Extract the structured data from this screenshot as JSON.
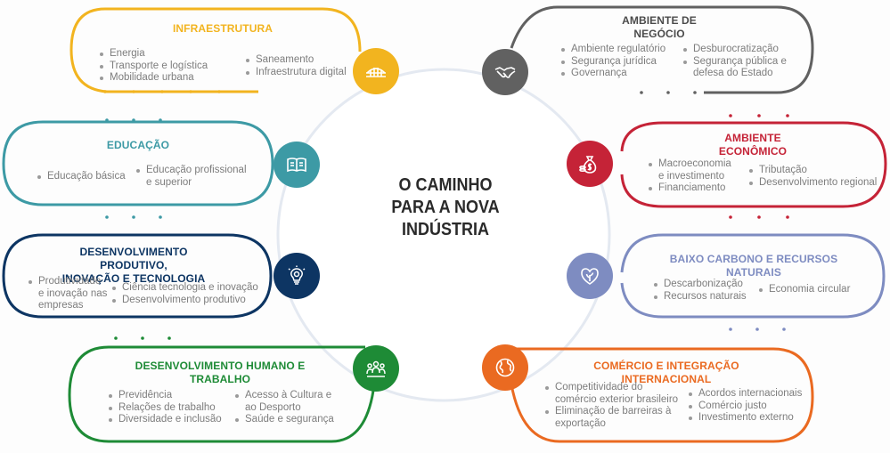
{
  "center": {
    "line1": "O CAMINHO",
    "line2": "PARA A NOVA",
    "line3": "INDÚSTRIA"
  },
  "colors": {
    "infra": "#F2B41F",
    "negocio": "#616161",
    "educacao": "#3D9AA5",
    "economico": "#C52337",
    "produtivo": "#0D3563",
    "carbono": "#7E8CC1",
    "humano": "#1E8B36",
    "comercio": "#EA6A21"
  },
  "icons": {
    "infra": "bridge-icon",
    "negocio": "handshake-icon",
    "educacao": "book-icon",
    "economico": "money-bag-icon",
    "produtivo": "lightbulb-gear-icon",
    "carbono": "leaf-heart-icon",
    "humano": "people-group-icon",
    "comercio": "globe-icon"
  },
  "infra": {
    "title": "INFRAESTRUTURA",
    "col1": [
      "Energia",
      "Transporte e logística",
      "Mobilidade urbana"
    ],
    "col2": [
      "Saneamento",
      "Infraestrutura digital"
    ]
  },
  "negocio": {
    "title1": "AMBIENTE DE",
    "title2": "NEGÓCIO",
    "col1": [
      "Ambiente regulatório",
      "Segurança jurídica",
      "Governança"
    ],
    "col2": [
      "Desburocratização",
      "Segurança pública e",
      "defesa do Estado"
    ]
  },
  "educacao": {
    "title": "EDUCAÇÃO",
    "col1": [
      "Educação básica"
    ],
    "col2": [
      "Educação profissional",
      "e superior"
    ]
  },
  "economico": {
    "title1": "AMBIENTE",
    "title2": "ECONÔMICO",
    "col1": [
      "Macroeconomia",
      "e investimento",
      "Financiamento"
    ],
    "col2": [
      "Tributação",
      "Desenvolvimento regional"
    ]
  },
  "produtivo": {
    "title1": "DESENVOLVIMENTO PRODUTIVO,",
    "title2": "INOVAÇÃO E TECNOLOGIA",
    "col1": [
      "Produtividade",
      "e inovação nas",
      "empresas"
    ],
    "col2": [
      "Ciência tecnologia e inovação",
      "Desenvolvimento produtivo"
    ]
  },
  "carbono": {
    "title": "BAIXO CARBONO E RECURSOS NATURAIS",
    "col1": [
      "Descarbonização",
      "Recursos naturais"
    ],
    "col2": [
      "Economia circular"
    ]
  },
  "humano": {
    "title": "DESENVOLVIMENTO HUMANO E TRABALHO",
    "col1": [
      "Previdência",
      "Relações de trabalho",
      "Diversidade e inclusão"
    ],
    "col2": [
      "Acesso à Cultura e",
      "ao Desporto",
      "Saúde e segurança"
    ]
  },
  "comercio": {
    "title": "COMÉRCIO E INTEGRAÇÃO INTERNACIONAL",
    "col1": [
      "Competitividade do",
      "comércio exterior brasileiro",
      "Eliminação de barreiras à",
      "exportação"
    ],
    "col2": [
      "Acordos internacionais",
      "Comércio justo",
      "Investimento externo"
    ]
  }
}
